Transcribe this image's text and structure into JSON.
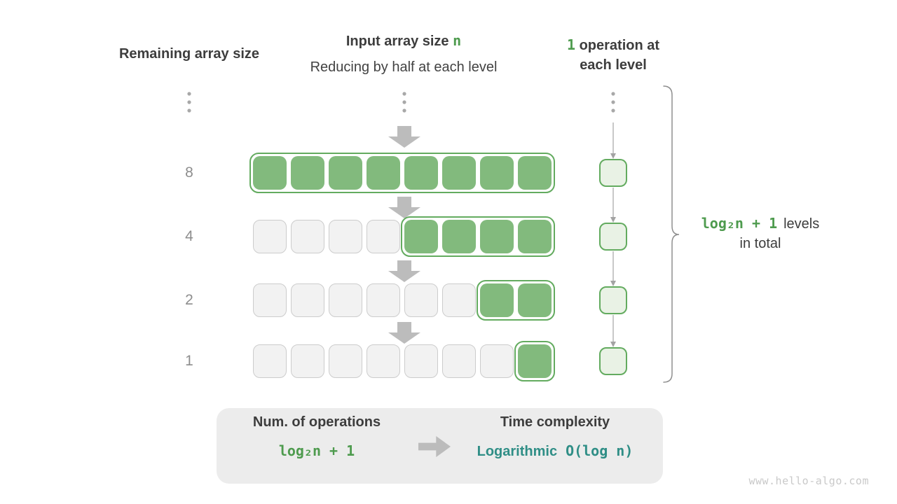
{
  "page": {
    "watermark": "www.hello-algo.com"
  },
  "columns": {
    "left_header": "Remaining array size",
    "center_header_bold": "Input array size",
    "center_header_var": "n",
    "center_subheader": "Reducing by half at each level",
    "right_header_num": "1",
    "right_header_line1": "operation at",
    "right_header_line2": "each level"
  },
  "levels": [
    {
      "remaining": "8",
      "cells_total": 8,
      "cells_active": 8
    },
    {
      "remaining": "4",
      "cells_total": 8,
      "cells_active": 4
    },
    {
      "remaining": "2",
      "cells_total": 8,
      "cells_active": 2
    },
    {
      "remaining": "1",
      "cells_total": 8,
      "cells_active": 1
    }
  ],
  "brace_annotation": {
    "formula": "log₂n + 1",
    "suffix": "levels",
    "line2": "in total"
  },
  "summary": {
    "operations_title": "Num. of operations",
    "operations_formula": "log₂n + 1",
    "complexity_title": "Time complexity",
    "complexity_name": "Logarithmic",
    "complexity_formula": "O(log n)"
  },
  "colors": {
    "green_fill": "#82ba7d",
    "green_border": "#63ab5f",
    "green_text": "#4e9b4e",
    "light_green_fill": "#e9f2e5",
    "teal_text": "#2f8e86",
    "dark_text": "#3d3d3d",
    "muted_text": "#8d8d8d",
    "gray_cell_fill": "#f2f2f2",
    "gray_cell_border": "#cccccc",
    "summary_bg": "#ececec",
    "arrow_gray": "#bcbcbc",
    "line_gray": "#a3a3a3",
    "dot_gray": "#a8a8a8",
    "brace_gray": "#8f8f8f",
    "watermark": "#c9c9c9"
  }
}
